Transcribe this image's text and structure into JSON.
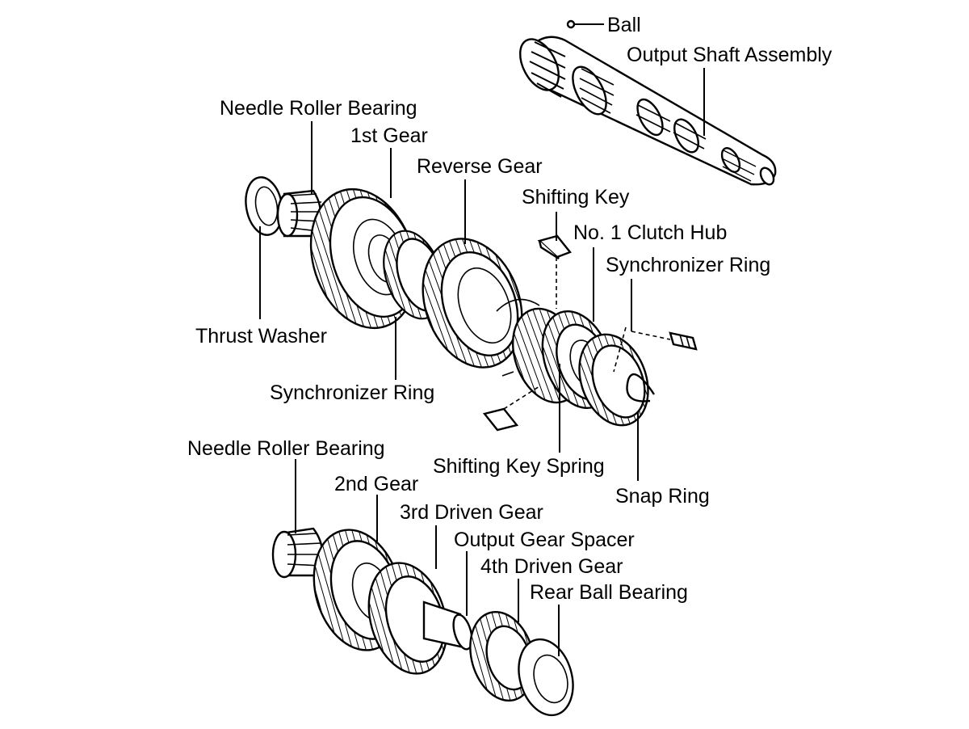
{
  "labels": {
    "ball": "Ball",
    "output_shaft_assembly": "Output Shaft Assembly",
    "needle_roller_bearing_top": "Needle Roller Bearing",
    "first_gear": "1st Gear",
    "reverse_gear": "Reverse Gear",
    "shifting_key_top": "Shifting Key",
    "no1_clutch_hub": "No. 1 Clutch Hub",
    "synchronizer_ring_right": "Synchronizer Ring",
    "thrust_washer": "Thrust Washer",
    "synchronizer_ring_left": "Synchronizer Ring",
    "shifting_key_spring": "Shifting Key Spring",
    "snap_ring": "Snap Ring",
    "needle_roller_bearing_bottom": "Needle Roller Bearing",
    "second_gear": "2nd Gear",
    "third_driven_gear": "3rd Driven Gear",
    "output_gear_spacer": "Output Gear Spacer",
    "fourth_driven_gear": "4th Driven Gear",
    "rear_ball_bearing": "Rear Ball Bearing"
  },
  "colors": {
    "ink": "#000000",
    "paper": "#ffffff"
  }
}
